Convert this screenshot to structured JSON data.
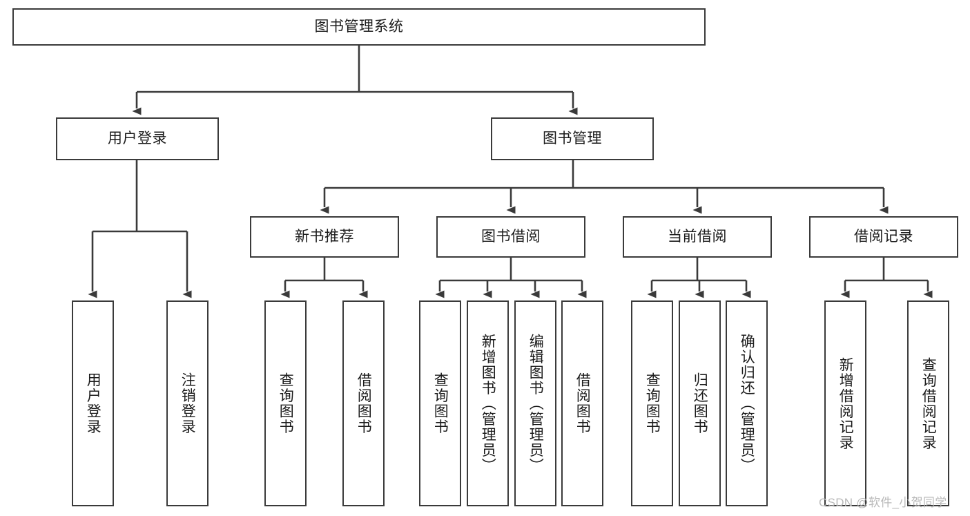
{
  "diagram": {
    "title_text": "图书管理系统",
    "watermark": "CSDN @软件_小贺同学",
    "colors": {
      "box_border": "#3a3a3a",
      "line": "#3a3a3a",
      "background": "#ffffff",
      "text": "#1b1b1b",
      "watermark": "#b9b9b9"
    },
    "levels": {
      "root": "图书管理系统",
      "level1": [
        "用户登录",
        "图书管理"
      ],
      "level2": [
        "新书推荐",
        "图书借阅",
        "当前借阅",
        "借阅记录"
      ]
    },
    "nodes": {
      "root": {
        "label": "图书管理系统"
      },
      "user_login": {
        "label": "用户登录"
      },
      "book_manage": {
        "label": "图书管理"
      },
      "new_book_rec": {
        "label": "新书推荐"
      },
      "book_borrow": {
        "label": "图书借阅"
      },
      "current_borrow": {
        "label": "当前借阅"
      },
      "borrow_record": {
        "label": "借阅记录"
      },
      "leaf_user_login": {
        "label": "用户登录"
      },
      "leaf_logout": {
        "label": "注销登录"
      },
      "leaf_query_book_1": {
        "label": "查询图书"
      },
      "leaf_borrow_book_1": {
        "label": "借阅图书"
      },
      "leaf_query_book_2": {
        "label": "查询图书"
      },
      "leaf_add_book": {
        "label": "新增图书（管理员）"
      },
      "leaf_edit_book": {
        "label": "编辑图书（管理员）"
      },
      "leaf_borrow_book_2": {
        "label": "借阅图书"
      },
      "leaf_query_book_3": {
        "label": "查询图书"
      },
      "leaf_return_book": {
        "label": "归还图书"
      },
      "leaf_confirm_return": {
        "label": "确认归还（管理员）"
      },
      "leaf_add_record": {
        "label": "新增借阅记录"
      },
      "leaf_query_record": {
        "label": "查询借阅记录"
      }
    }
  }
}
